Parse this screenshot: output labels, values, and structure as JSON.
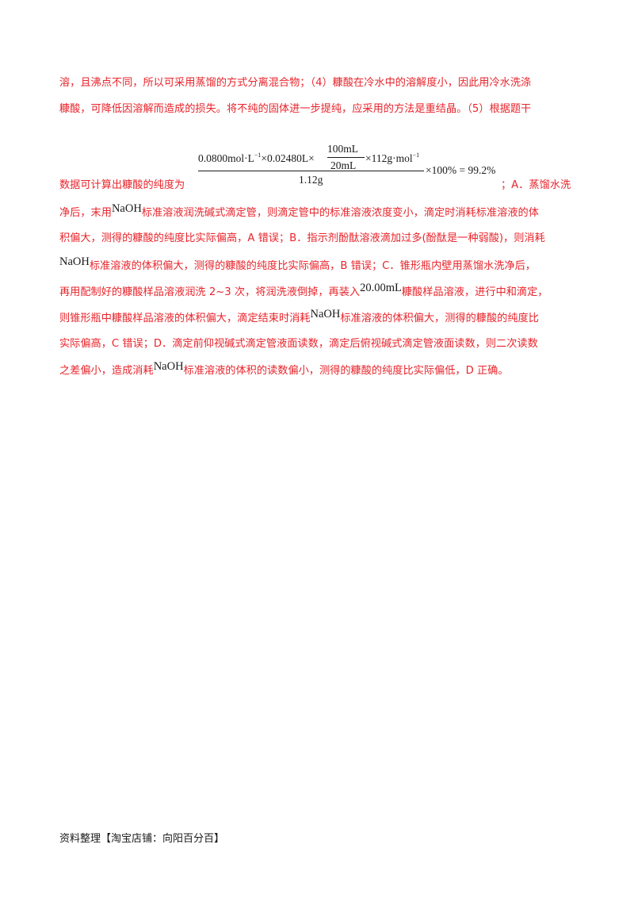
{
  "body": {
    "line1": "溶，且沸点不同，所以可采用蒸馏的方式分离混合物；（4）糠酸在冷水中的溶解度小，因此用冷水洗涤",
    "line2": "糠酸，可降低因溶解而造成的损失。将不纯的固体进一步提纯，应采用的方法是重结晶。（5）根据题干",
    "line3_before": "数据可计算出糠酸的纯度为",
    "line3_after": "；A．蒸馏水洗",
    "line4_a": "净后，末用",
    "line4_b": "标准溶液润洗碱式滴定管，则滴定管中的标准溶液浓度变小，滴定时消耗标准溶液的体",
    "line5": "积偏大，测得的糠酸的纯度比实际偏高，A 错误；B．指示剂酚酞溶液滴加过多(酚酞是一种弱酸)，则消耗",
    "line6_b": "标准溶液的体积偏大，测得的糠酸的纯度比实际偏高，B 错误；C．锥形瓶内壁用蒸馏水洗净后，",
    "line7_a": "再用配制好的糠酸样品溶液润洗 2~3 次，将润洗液倒掉，再装入",
    "line7_c": "糠酸样品溶液，进行中和滴定，",
    "line8_a": "则锥形瓶中糠酸样品溶液的体积偏大，滴定结束时消耗",
    "line8_c": "标准溶液的体积偏大，测得的糠酸的纯度比",
    "line9": "实际偏高，C 错误；D．滴定前仰视碱式滴定管液面读数，滴定后俯视碱式滴定管液面读数，则二次读数",
    "line10_a": "之差偏小，造成消耗",
    "line10_c": "标准溶液的体积的读数偏小，测得的糠酸的纯度比实际偏低，D 正确。"
  },
  "formulas": {
    "naoh": "NaOH",
    "volume": "20.00mL",
    "numerator_1": "0.0800mol·L",
    "numerator_1_sup": "−1",
    "numerator_2": "×0.02480L×",
    "inner_num": "100mL",
    "inner_den": "20mL",
    "numerator_3": "×112g·mol",
    "numerator_3_sup": "−1",
    "denominator": "1.12g",
    "result": "×100% = 99.2%"
  },
  "footer": "资料整理【淘宝店铺：向阳百分百】"
}
